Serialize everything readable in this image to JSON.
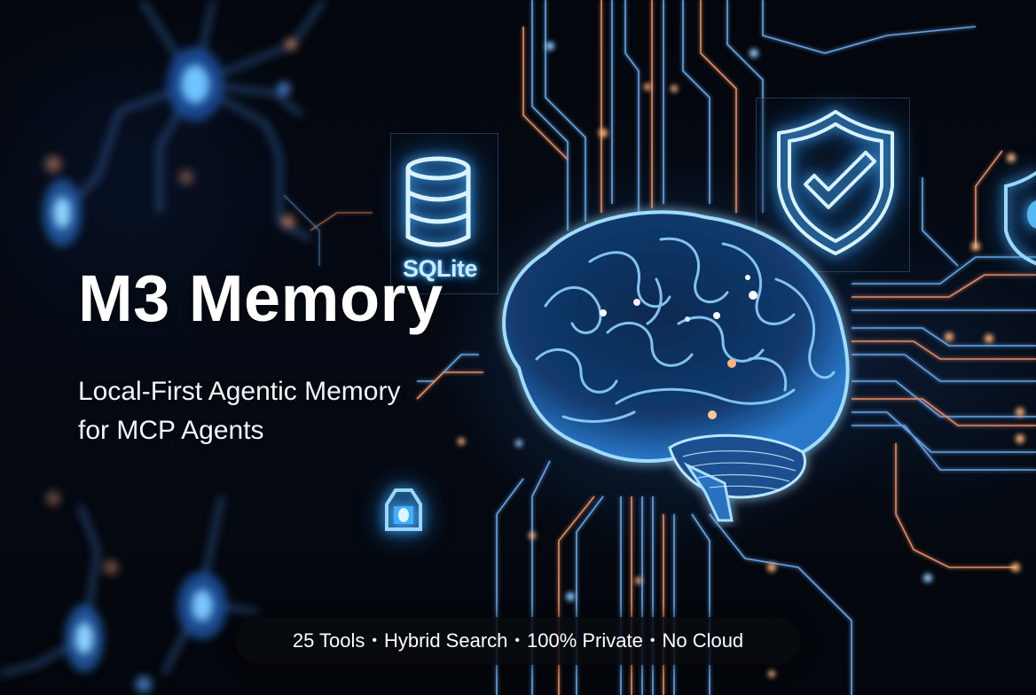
{
  "banner": {
    "title": "M3 Memory",
    "subtitle_lines": [
      "Local-First Agentic Memory",
      "for MCP Agents"
    ],
    "features": [
      "25 Tools",
      "Hybrid Search",
      "100% Private",
      "No Cloud"
    ],
    "feature_separator": "•"
  },
  "illustration": {
    "database_icon_label": "SQLite",
    "icons": [
      "database-icon",
      "shield-check-icon",
      "brain-icon",
      "lock-icon",
      "user-node-icon"
    ]
  },
  "colors": {
    "background": "#04070d",
    "glow_blue": "#4fb4ff",
    "glow_orange": "#ff9a5a",
    "text": "#ffffff",
    "pill_bg": "#080a10"
  }
}
